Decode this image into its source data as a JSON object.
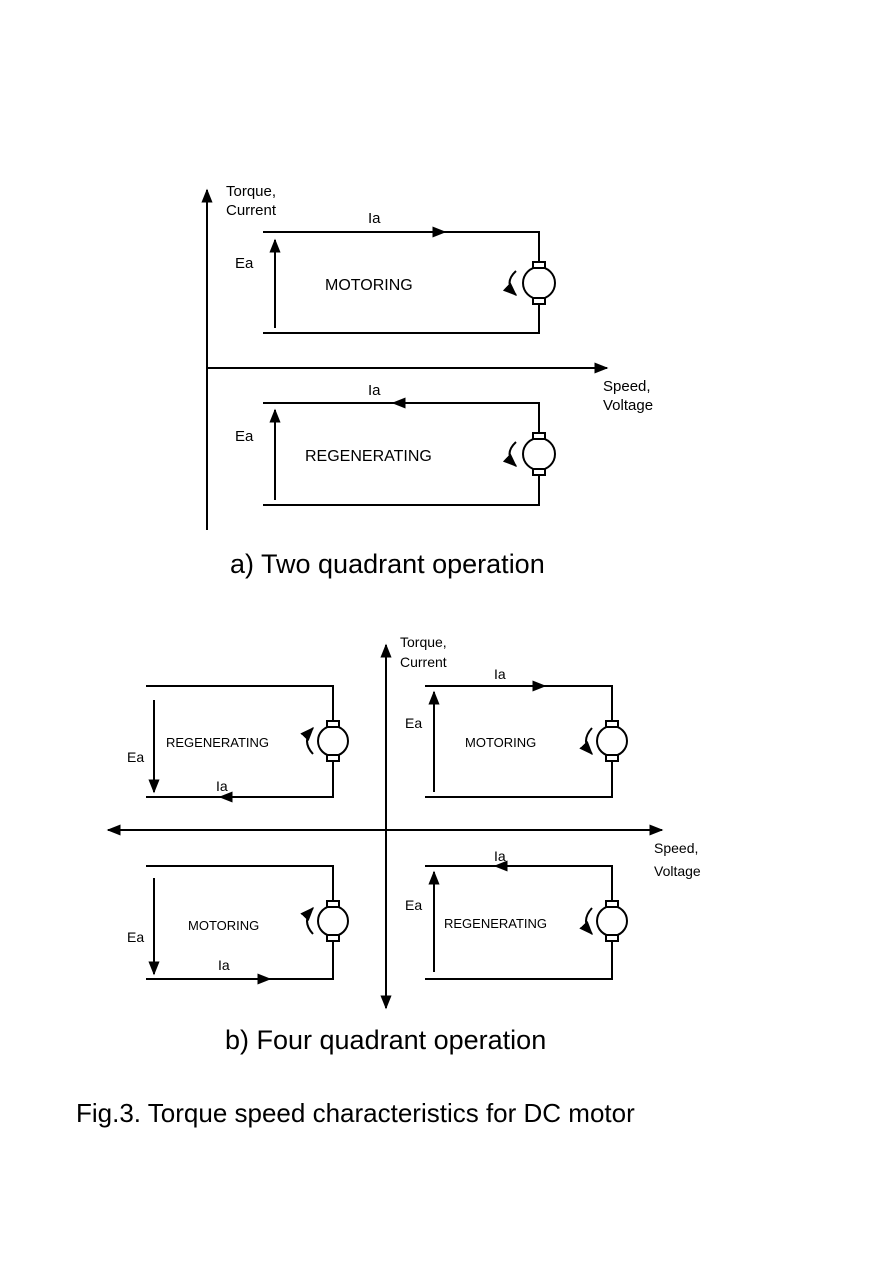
{
  "two_quadrant": {
    "y_axis_label": [
      "Torque,",
      "Current"
    ],
    "x_axis_label": [
      "Speed,",
      "Voltage"
    ],
    "top": {
      "current_label": "Ia",
      "emf_label": "Ea",
      "mode": "MOTORING"
    },
    "bottom": {
      "current_label": "Ia",
      "emf_label": "Ea",
      "mode": "REGENERATING"
    },
    "caption": "a) Two quadrant operation"
  },
  "four_quadrant": {
    "y_axis_label": [
      "Torque,",
      "Current"
    ],
    "x_axis_label": [
      "Speed,",
      "Voltage"
    ],
    "q1": {
      "current_label": "Ia",
      "emf_label": "Ea",
      "mode": "MOTORING"
    },
    "q2": {
      "current_label": "Ia",
      "emf_label": "Ea",
      "mode": "REGENERATING"
    },
    "q3": {
      "current_label": "Ia",
      "emf_label": "Ea",
      "mode": "MOTORING"
    },
    "q4": {
      "current_label": "Ia",
      "emf_label": "Ea",
      "mode": "REGENERATING"
    },
    "caption": "b) Four quadrant operation"
  },
  "figure_caption": "Fig.3. Torque speed characteristics for DC motor"
}
